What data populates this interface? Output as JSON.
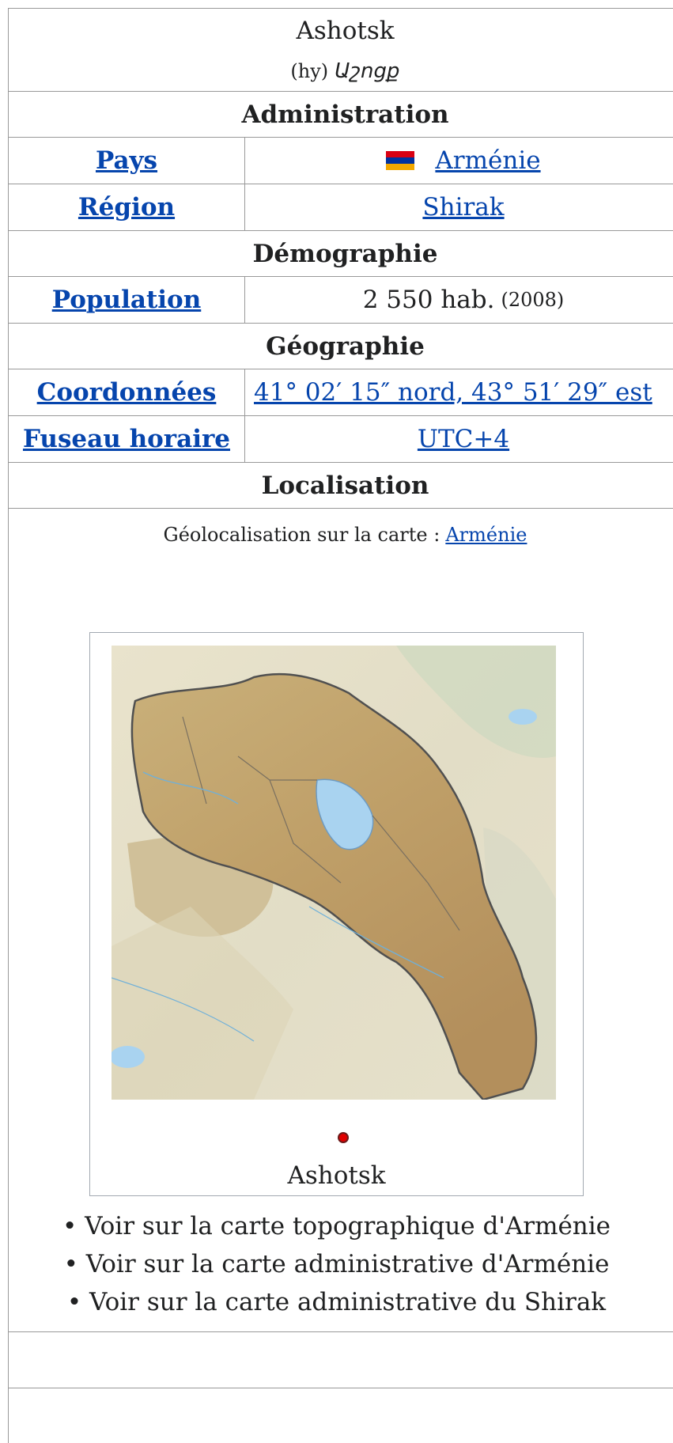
{
  "infobox": {
    "title": "Ashotsk",
    "native_prefix": "(hy)",
    "native_name": "Աշոցք",
    "sections": {
      "administration": "Administration",
      "demographie": "Démographie",
      "geographie": "Géographie",
      "localisation": "Localisation"
    },
    "rows": {
      "pays": {
        "label": "Pays",
        "value": "Arménie",
        "flag_colors": [
          "#d90012",
          "#0033a0",
          "#f2a800"
        ]
      },
      "region": {
        "label": "Région",
        "value": "Shirak"
      },
      "population": {
        "label": "Population",
        "value": "2 550 hab.",
        "note": "(2008)"
      },
      "coordonnees": {
        "label": "Coordonnées",
        "value": "41° 02′ 15″ nord, 43° 51′ 29″ est"
      },
      "fuseau": {
        "label": "Fuseau horaire",
        "value": "UTC+4"
      }
    },
    "map": {
      "caption_prefix": "Géolocalisation sur la carte :",
      "caption_link": "Arménie",
      "marker_label": "Ashotsk",
      "marker_color": "#e00000"
    },
    "map_links": [
      "• Voir sur la carte topographique d'Arménie",
      "• Voir sur la carte administrative d'Arménie",
      "• Voir sur la carte administrative du Shirak"
    ]
  }
}
